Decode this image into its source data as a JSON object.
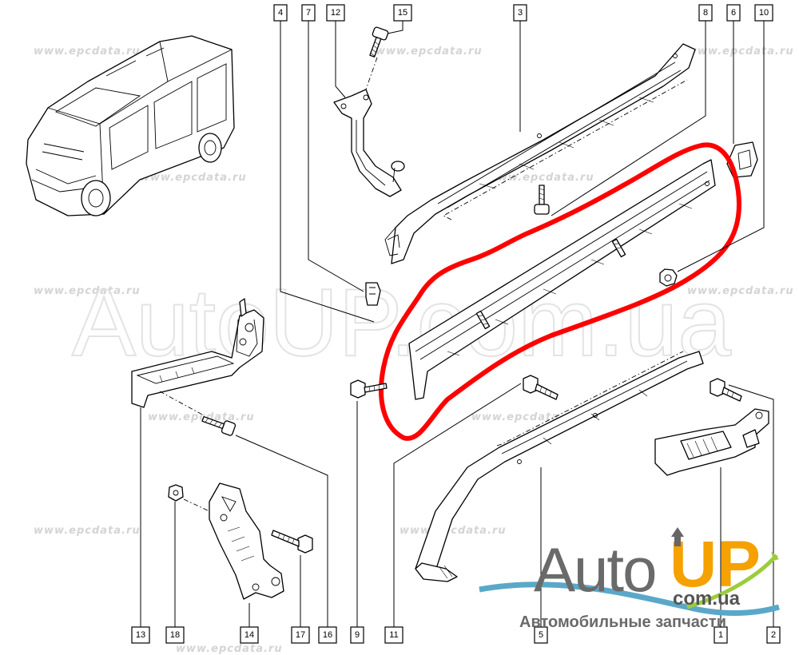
{
  "watermark": {
    "site_text": "www.epcdata.ru",
    "big_text": "AutoUP.com.ua"
  },
  "callouts": [
    "1",
    "2",
    "3",
    "4",
    "5",
    "6",
    "7",
    "8",
    "9",
    "10",
    "11",
    "12",
    "13",
    "14",
    "15",
    "16",
    "17",
    "18"
  ],
  "highlight": {
    "color": "#ff0000"
  },
  "logo": {
    "auto": "Auto",
    "up": "UP",
    "domain": "com.ua",
    "tagline": "Автомобильные запчасти",
    "colors": {
      "auto": "#6a6a6a",
      "up": "#f5a100",
      "swoosh_blue": "#5aa8c8",
      "swoosh_green": "#9ccc3c"
    }
  },
  "icons": [
    "van-illustration",
    "bolt-icon",
    "nut-icon",
    "clip-icon",
    "arrow-up-icon"
  ]
}
